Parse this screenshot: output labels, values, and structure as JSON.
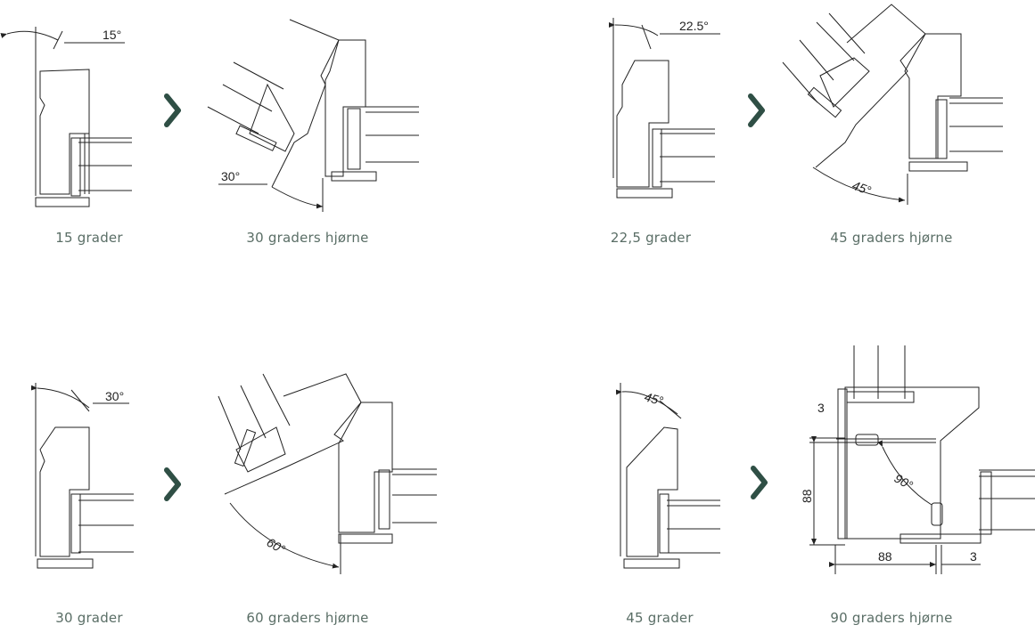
{
  "captions": {
    "p15": "15 grader",
    "c30": "30 graders hjørne",
    "p225": "22,5 grader",
    "c45": "45 graders hjørne",
    "p30": "30 grader",
    "c60": "60 graders hjørne",
    "p45": "45 grader",
    "c90": "90 graders hjørne"
  },
  "angles": {
    "a15": "15°",
    "a30": "30°",
    "a225": "22.5°",
    "a45": "45°",
    "a30b": "30°",
    "a60": "60°",
    "a45b": "45°",
    "a90": "90°"
  },
  "dimensions": {
    "gap_top": "3",
    "height": "88",
    "width": "88",
    "gap_right": "3"
  },
  "colors": {
    "arrow": "#2f4f45",
    "line": "#222222",
    "caption": "#5a6e66"
  },
  "icons": {
    "arrow": "chevron-right-icon"
  }
}
